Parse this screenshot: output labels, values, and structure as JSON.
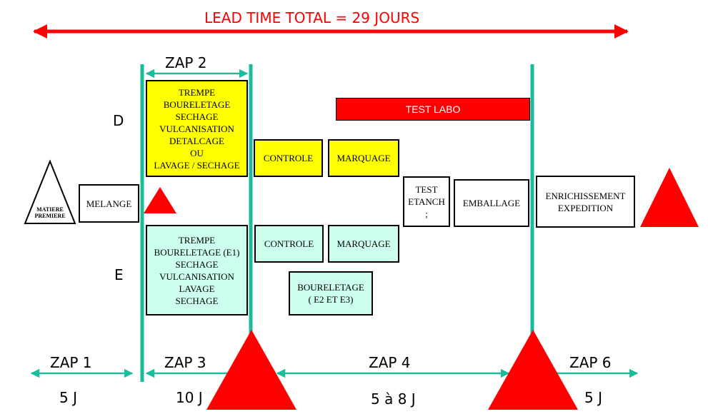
{
  "title": "LEAD TIME TOTAL = 29 JOURS",
  "rows": {
    "d": "D",
    "e": "E"
  },
  "zones": {
    "zap1": "ZAP 1",
    "zap2": "ZAP 2",
    "zap3": "ZAP 3",
    "zap4": "ZAP 4",
    "zap6": "ZAP 6"
  },
  "durations": {
    "zap1": "5 J",
    "zap3": "10 J",
    "zap4": "5 à 8 J",
    "zap6": "5 J"
  },
  "steps": {
    "matiere": "MATIERE\nPREMIERE",
    "melange": "MELANGE",
    "d_process": "TREMPE\nBOURELETAGE\nSECHAGE\nVULCANISATION\nDETALCAGE\nOU\nLAVAGE / SECHAGE",
    "d_controle": "CONTROLE",
    "d_marquage": "MARQUAGE",
    "test_labo": "TEST LABO",
    "e_process": "TREMPE\nBOURELETAGE (E1)\nSECHAGE\nVULCANISATION\nLAVAGE\nSECHAGE",
    "e_controle": "CONTROLE",
    "e_marquage": "MARQUAGE",
    "e_boureletage": "BOURELETAGE\n( E2 ET E3)",
    "test_etanch": "TEST\nETANCH\n;",
    "emballage": "EMBALLAGE",
    "enrichissement": "ENRICHISSEMENT\nEXPEDITION"
  },
  "colors": {
    "accent_red": "#ff0000",
    "line_teal": "#1abc9c",
    "box_yellow": "#ffff00",
    "box_cyan": "#ccffee"
  }
}
